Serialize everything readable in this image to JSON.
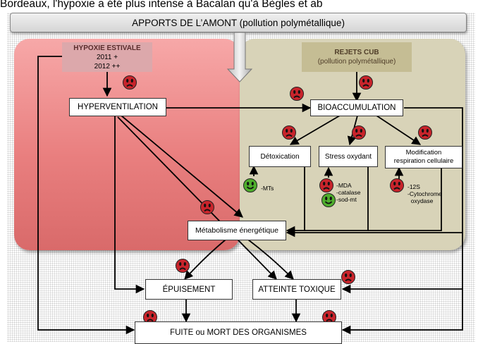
{
  "caption": "Bordeaux, l'hypoxie a été plus intense à Bacalan qu'à Bègles et ab",
  "banner": "APPORTS DE L’AMONT (pollution polymétallique)",
  "hypoxie": {
    "title": "HYPOXIE ESTIVALE",
    "line1": "2011 +",
    "line2": "2012 ++"
  },
  "rejets": {
    "title": "REJETS CUB",
    "subtitle": "(pollution polymétallique)"
  },
  "nodes": {
    "hyperventilation": "HYPERVENTILATION",
    "bioaccumulation": "BIOACCUMULATION",
    "detoxication": "Détoxication",
    "stress": "Stress oxydant",
    "modification": "Modification\nrespiration cellulaire",
    "metabolisme": "Métabolisme énergétique",
    "epuisement": "ÉPUISEMENT",
    "atteinte": "ATTEINTE TOXIQUE",
    "fuite": "FUITE ou MORT DES ORGANISMES"
  },
  "notes": {
    "mts": "-MTs",
    "stress": "-MDA\n-catalase\n-sod-mt",
    "respiration": "-12S\n-Cytochrome\n  oxydase"
  },
  "colors": {
    "sad_face": "#c8242b",
    "happy_face": "#4fae2c",
    "left_zone": "#e97f7f",
    "right_zone": "#d8d3b8"
  },
  "icons": {
    "sad": "sad-face-icon",
    "happy": "happy-face-icon"
  }
}
